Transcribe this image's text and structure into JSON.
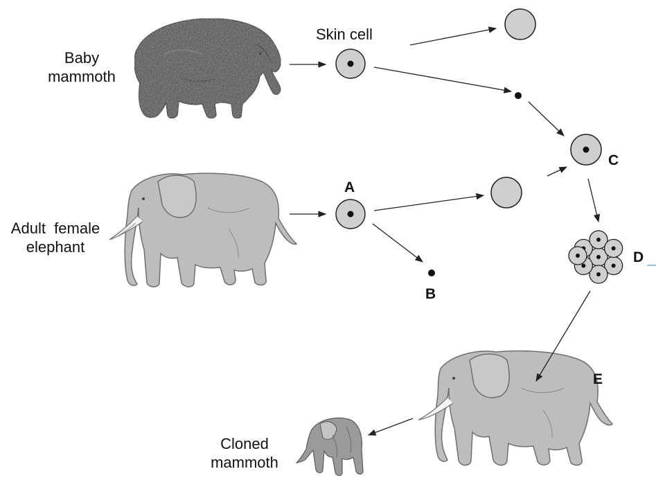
{
  "labels": {
    "baby_mammoth_line1": "Baby",
    "baby_mammoth_line2": "mammoth",
    "skin_cell": "Skin cell",
    "adult_female_line1": "Adult  female",
    "adult_female_line2": "elephant",
    "cloned_line1": "Cloned",
    "cloned_line2": "mammoth",
    "A": "A",
    "B": "B",
    "C": "C",
    "D": "D",
    "E": "E"
  },
  "colors": {
    "cell_fill": "#cfcfcf",
    "elephant_fill": "#bdbdbd",
    "mammoth_fill": "#5a5a5a",
    "arrow": "#222222"
  }
}
